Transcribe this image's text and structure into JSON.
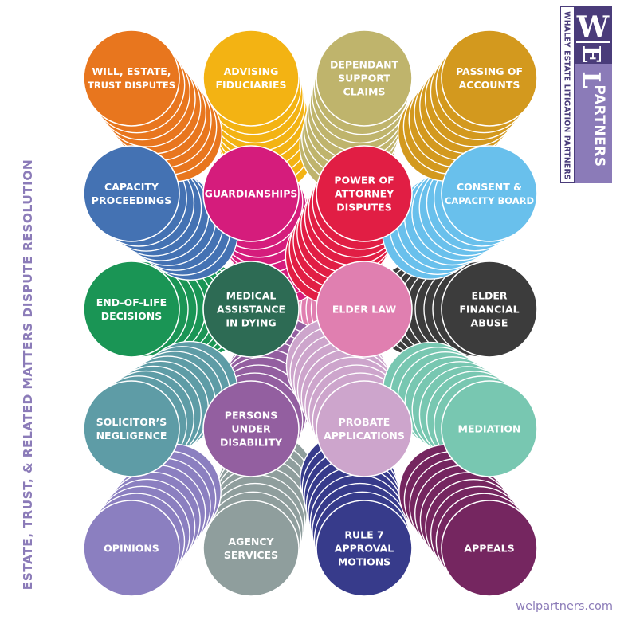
{
  "title": "ESTATE, TRUST, & RELATED MATTERS DISPUTE RESOLUTION",
  "logo": {
    "letter_w": "W",
    "letter_e": "E",
    "letter_l": "L",
    "partners": "PARTNERS",
    "tagline": "WHALEY ESTATE LITIGATION PARTNERS",
    "colors": {
      "dark": "#4a3c7a",
      "light": "#8b7bb8"
    }
  },
  "website": "welpartners.com",
  "services": [
    {
      "id": "will-estate-trust-disputes",
      "lines": [
        "WILL, ESTATE,",
        "TRUST DISPUTES"
      ],
      "color": "#e8761e"
    },
    {
      "id": "advising-fiduciaries",
      "lines": [
        "ADVISING",
        "FIDUCIARIES"
      ],
      "color": "#f3b313"
    },
    {
      "id": "dependant-support-claims",
      "lines": [
        "DEPENDANT",
        "SUPPORT",
        "CLAIMS"
      ],
      "color": "#bfb46c"
    },
    {
      "id": "passing-of-accounts",
      "lines": [
        "PASSING OF",
        "ACCOUNTS"
      ],
      "color": "#d3991e"
    },
    {
      "id": "capacity-proceedings",
      "lines": [
        "CAPACITY",
        "PROCEEDINGS"
      ],
      "color": "#4472b3"
    },
    {
      "id": "guardianships",
      "lines": [
        "GUARDIANSHIPS"
      ],
      "color": "#d51c7c"
    },
    {
      "id": "power-of-attorney-disputes",
      "lines": [
        "POWER OF",
        "ATTORNEY",
        "DISPUTES"
      ],
      "color": "#e11e44"
    },
    {
      "id": "consent-capacity-board",
      "lines": [
        "CONSENT &",
        "CAPACITY BOARD"
      ],
      "color": "#69c0ec"
    },
    {
      "id": "end-of-life-decisions",
      "lines": [
        "END-OF-LIFE",
        "DECISIONS"
      ],
      "color": "#1a9555"
    },
    {
      "id": "medical-assistance-in-dying",
      "lines": [
        "MEDICAL",
        "ASSISTANCE",
        "IN DYING"
      ],
      "color": "#2d6b54"
    },
    {
      "id": "elder-law",
      "lines": [
        "ELDER LAW"
      ],
      "color": "#e07fb0"
    },
    {
      "id": "elder-financial-abuse",
      "lines": [
        "ELDER",
        "FINANCIAL",
        "ABUSE"
      ],
      "color": "#3c3c3c"
    },
    {
      "id": "solicitors-negligence",
      "lines": [
        "SOLICITOR’S",
        "NEGLIGENCE"
      ],
      "color": "#5e9ca6"
    },
    {
      "id": "persons-under-disability",
      "lines": [
        "PERSONS",
        "UNDER",
        "DISABILITY"
      ],
      "color": "#935fa0"
    },
    {
      "id": "probate-applications",
      "lines": [
        "PROBATE",
        "APPLICATIONS"
      ],
      "color": "#cda5cc"
    },
    {
      "id": "mediation",
      "lines": [
        "MEDIATION"
      ],
      "color": "#78c7b1"
    },
    {
      "id": "opinions",
      "lines": [
        "OPINIONS"
      ],
      "color": "#8b7fc0"
    },
    {
      "id": "agency-services",
      "lines": [
        "AGENCY",
        "SERVICES"
      ],
      "color": "#8f9e9d"
    },
    {
      "id": "rule-7-approval-motions",
      "lines": [
        "RULE 7",
        "APPROVAL",
        "MOTIONS"
      ],
      "color": "#373b8b"
    },
    {
      "id": "appeals",
      "lines": [
        "APPEALS"
      ],
      "color": "#752660"
    }
  ]
}
